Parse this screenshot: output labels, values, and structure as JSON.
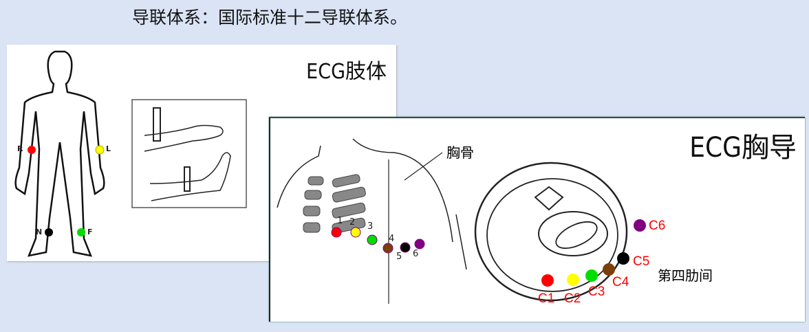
{
  "slide_title": "导联体系：国际标准十二导联体系。",
  "limb_panel": {
    "title": "ECG肢体",
    "electrodes": [
      {
        "label": "R",
        "color": "#ff0000"
      },
      {
        "label": "L",
        "color": "#ffff00"
      },
      {
        "label": "N",
        "color": "#000000"
      },
      {
        "label": "F",
        "color": "#00dd00"
      }
    ]
  },
  "chest_panel": {
    "title": "ECG胸导",
    "sternum_label": "胸骨",
    "intercostal_label": "第四肋间",
    "chest_numbers": [
      "1",
      "2",
      "3",
      "4",
      "5",
      "6"
    ],
    "electrodes": [
      {
        "label": "C1",
        "color": "#ff0000"
      },
      {
        "label": "C2",
        "color": "#ffff00"
      },
      {
        "label": "C3",
        "color": "#00dd00"
      },
      {
        "label": "C4",
        "color": "#7a3f0a"
      },
      {
        "label": "C5",
        "color": "#000000"
      },
      {
        "label": "C6",
        "color": "#800080"
      }
    ]
  }
}
